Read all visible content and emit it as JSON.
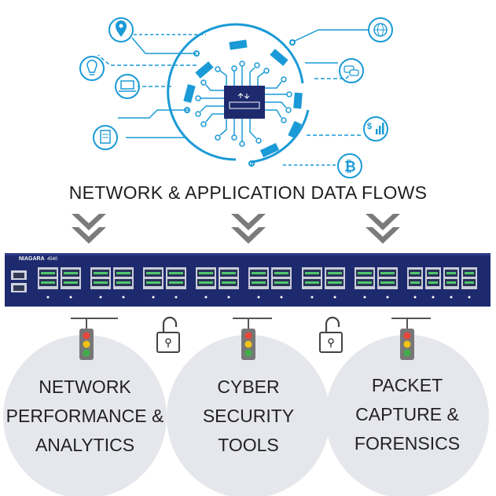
{
  "headline": "NETWORK & APPLICATION DATA FLOWS",
  "appliance": {
    "brand": "NIAGARA",
    "model": "4540"
  },
  "destinations": [
    {
      "lines": [
        "NETWORK",
        "PERFORMANCE &",
        "ANALYTICS"
      ]
    },
    {
      "lines": [
        "CYBER",
        "SECURITY",
        "TOOLS"
      ]
    },
    {
      "lines": [
        "PACKET",
        "CAPTURE &",
        "FORENSICS"
      ]
    }
  ],
  "icons": {
    "left": [
      "map-pin-icon",
      "lightbulb-icon",
      "laptop-icon",
      "document-icon"
    ],
    "right": [
      "globe-icon",
      "chat-icon",
      "dollar-chart-icon",
      "bitcoin-icon"
    ]
  },
  "colors": {
    "accent_blue": "#1a9ad6",
    "appliance_navy": "#1e2a6e",
    "circle_grey": "#e6e7ec",
    "arrow_grey": "#7b7b7b",
    "light_red": "#e8453c",
    "light_yellow": "#f3c316",
    "light_green": "#3fae49"
  }
}
